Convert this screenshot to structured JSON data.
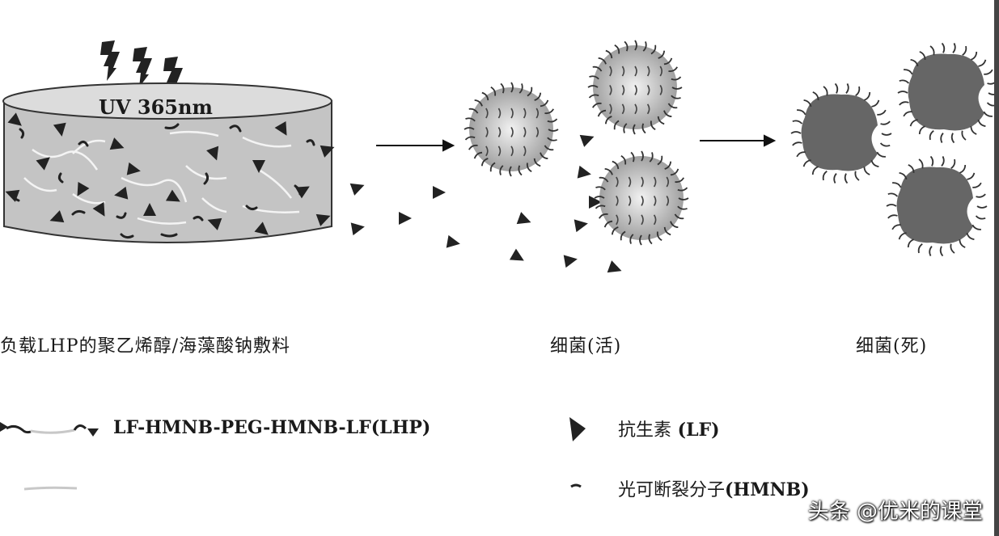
{
  "diagram": {
    "uv_label": "UV 365nm",
    "material_label": "负载LHP的聚乙烯醇/海藻酸钠敷料",
    "bacteria_live_label": "细菌(活)",
    "bacteria_dead_label": "细菌(死)"
  },
  "legend": {
    "lhp_label": "LF-HMNB-PEG-HMNB-LF(LHP)",
    "antibiotic_cn": "抗生素",
    "antibiotic_en": " (LF)",
    "hmnb_cn": "光可断裂分子",
    "hmnb_en": "(HMNB)"
  },
  "watermark": "头条 @优米的课堂",
  "colors": {
    "disk_fill": "#c4c4c4",
    "disk_top": "#dcdcdc",
    "bacteria_dead": "#666666",
    "ink": "#1a1a1a"
  }
}
